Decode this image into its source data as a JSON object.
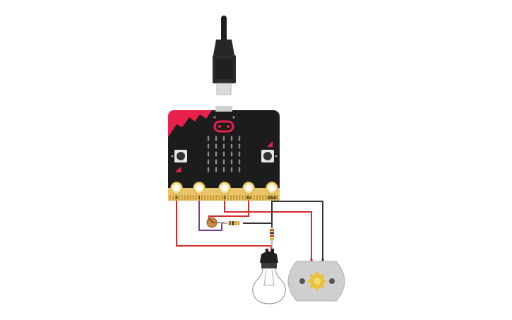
{
  "board": {
    "name": "micro:bit",
    "pins": [
      {
        "label": "0"
      },
      {
        "label": "1"
      },
      {
        "label": "2"
      },
      {
        "label": "3V"
      },
      {
        "label": "GND"
      }
    ],
    "colors": {
      "body": "#1c1c1c",
      "accent": "#e8214a",
      "gold": "#e9c46a",
      "led": "#8a8a8a"
    }
  },
  "components": {
    "usb_cable": "usb-cable",
    "photoresistor": "photoresistor",
    "resistors": [
      "resistor",
      "resistor"
    ],
    "bulb": "light-bulb",
    "motor": "dc-motor"
  },
  "wire_colors": {
    "red": "#d42a2a",
    "black": "#333333",
    "purple": "#7b3f98"
  }
}
